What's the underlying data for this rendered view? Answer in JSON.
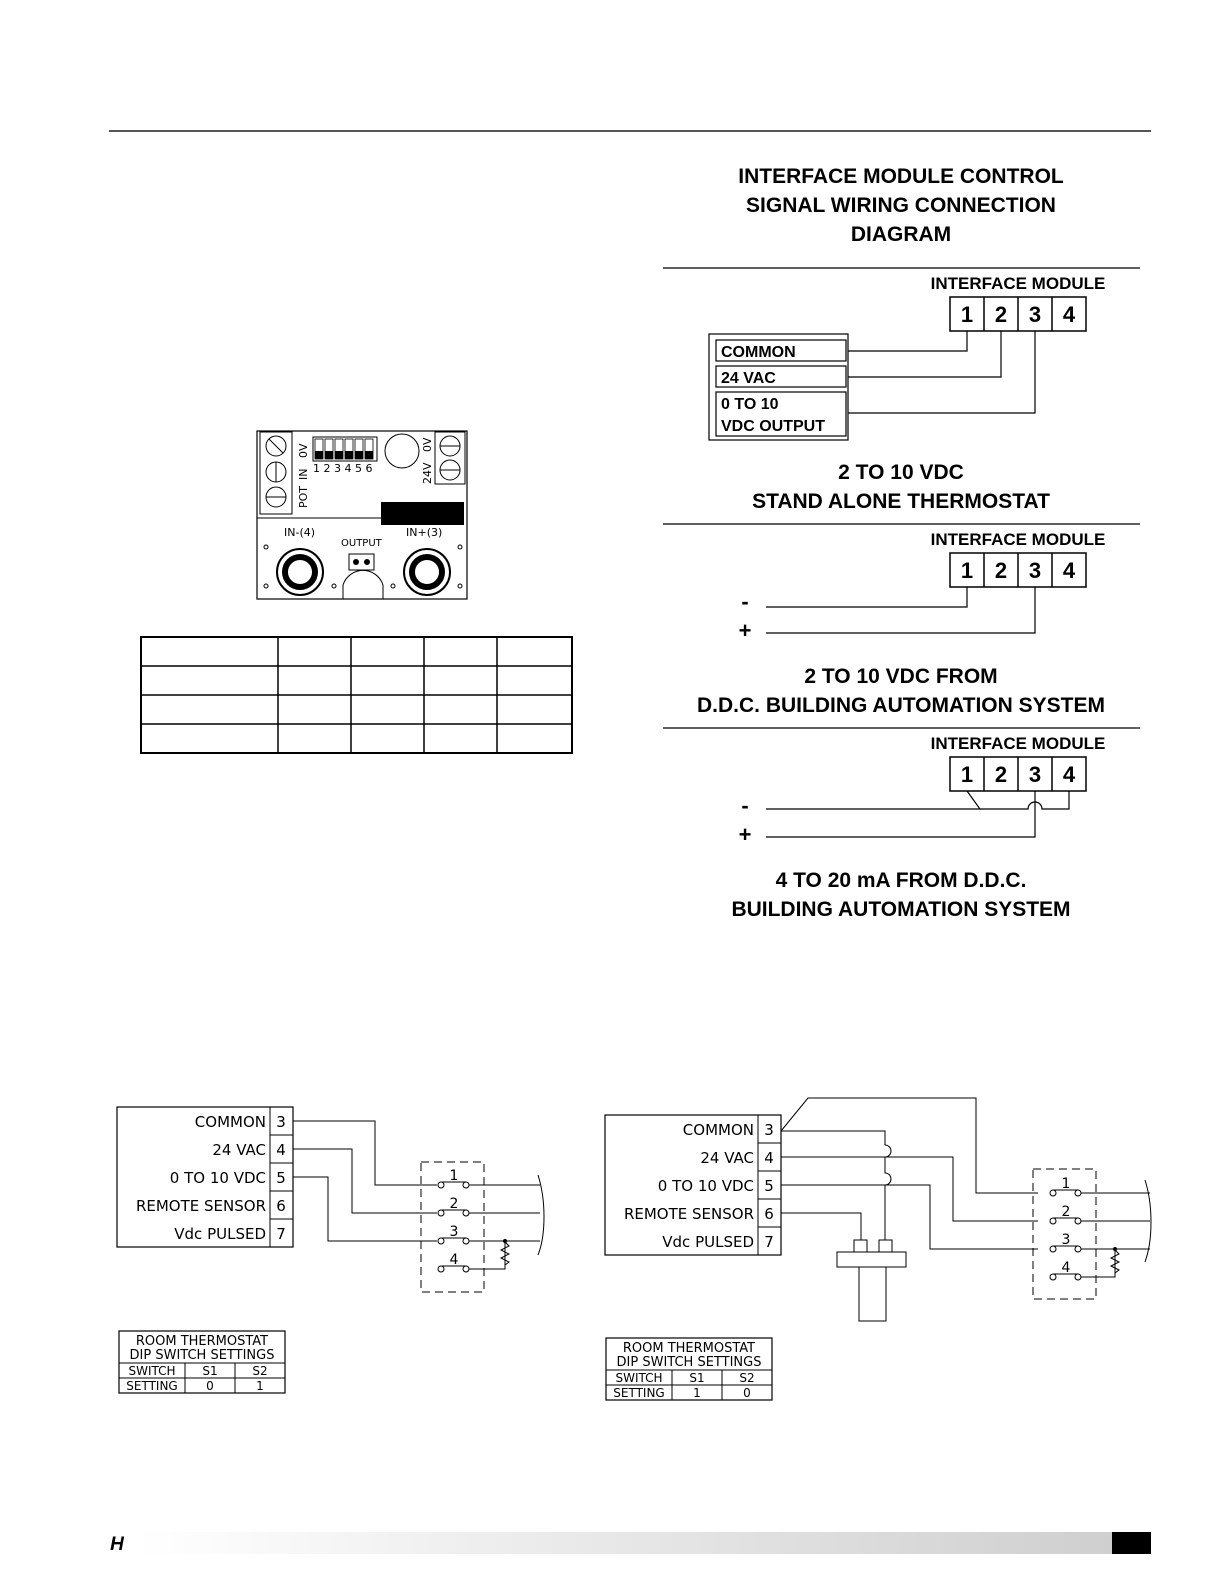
{
  "interface_diagram": {
    "title_lines": [
      "INTERFACE MODULE CONTROL",
      "SIGNAL WIRING CONNECTION",
      "DIAGRAM"
    ],
    "module_label": "INTERFACE MODULE",
    "terminals": [
      "1",
      "2",
      "3",
      "4"
    ],
    "thermostat_rows": [
      "COMMON",
      "24 VAC",
      "0 TO 10",
      "VDC OUTPUT"
    ],
    "section1_caption": [
      "2 TO 10 VDC",
      "STAND ALONE THERMOSTAT"
    ],
    "section2_caption": [
      "2 TO 10 VDC  FROM",
      "D.D.C. BUILDING AUTOMATION SYSTEM"
    ],
    "section3_caption": [
      "4 TO 20 mA FROM D.D.C.",
      "BUILDING AUTOMATION SYSTEM"
    ],
    "minus": "-",
    "plus": "+"
  },
  "board": {
    "dip_numbers": "1 2 3 4 5 6",
    "label_0v_left": "0V",
    "label_in": "IN",
    "label_pot": "POT",
    "label_0v_right": "0V",
    "label_24v": "24V",
    "label_in_minus": "IN-(4)",
    "label_output": "OUTPUT",
    "label_in_plus": "IN+(3)"
  },
  "left_wiring": {
    "rows": [
      {
        "label": "COMMON",
        "num": "3"
      },
      {
        "label": "24  VAC",
        "num": "4"
      },
      {
        "label": "0  TO  10  VDC",
        "num": "5"
      },
      {
        "label": "REMOTE  SENSOR",
        "num": "6"
      },
      {
        "label": "Vdc  PULSED",
        "num": "7"
      }
    ],
    "switches": [
      "1",
      "2",
      "3",
      "4"
    ],
    "dip_table": {
      "title": [
        "ROOM  THERMOSTAT",
        "DIP  SWITCH  SETTINGS"
      ],
      "header": [
        "SWITCH",
        "S1",
        "S2"
      ],
      "row": [
        "SETTING",
        "0",
        "1"
      ]
    }
  },
  "right_wiring": {
    "rows": [
      {
        "label": "COMMON",
        "num": "3"
      },
      {
        "label": "24  VAC",
        "num": "4"
      },
      {
        "label": "0  TO  10  VDC",
        "num": "5"
      },
      {
        "label": "REMOTE  SENSOR",
        "num": "6"
      },
      {
        "label": "Vdc  PULSED",
        "num": "7"
      }
    ],
    "switches": [
      "1",
      "2",
      "3",
      "4"
    ],
    "dip_table": {
      "title": [
        "ROOM  THERMOSTAT",
        "DIP  SWITCH  SETTINGS"
      ],
      "header": [
        "SWITCH",
        "S1",
        "S2"
      ],
      "row": [
        "SETTING",
        "1",
        "0"
      ]
    }
  },
  "footer": {
    "logo": "H"
  }
}
